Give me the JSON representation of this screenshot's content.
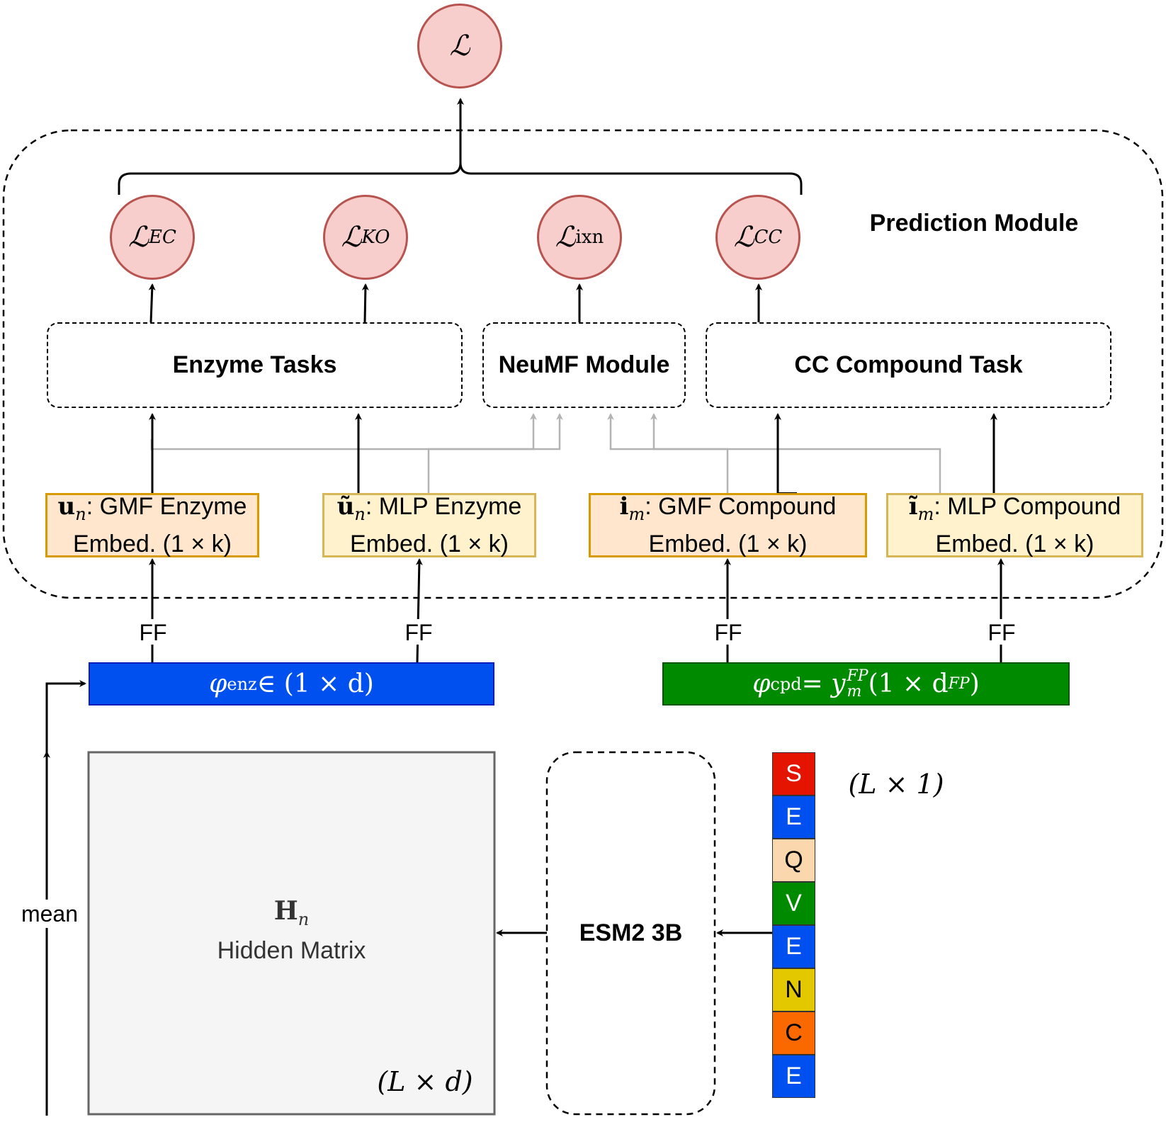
{
  "loss_nodes": {
    "total": "ℒ",
    "ec": {
      "base": "ℒ",
      "sub": "EC"
    },
    "ko": {
      "base": "ℒ",
      "sub": "KO"
    },
    "ixn": {
      "base": "ℒ",
      "sub": "ixn"
    },
    "cc": {
      "base": "ℒ",
      "sub": "CC"
    }
  },
  "prediction_module_label": "Prediction Module",
  "task_boxes": {
    "enzyme": "Enzyme Tasks",
    "neumf": "NeuMF Module",
    "cc": "CC Compound Task"
  },
  "embeddings": {
    "gmf_enzyme": {
      "symbol": "u",
      "sub": "n",
      "line1": ": GMF Enzyme",
      "line2": "Embed. (1 × k)"
    },
    "mlp_enzyme": {
      "symbol": "ũ",
      "sub": "n",
      "line1": ": MLP Enzyme",
      "line2": "Embed. (1 × k)"
    },
    "gmf_compound": {
      "symbol": "i",
      "sub": "m",
      "line1": ": GMF Compound",
      "line2": "Embed. (1 × k)"
    },
    "mlp_compound": {
      "symbol": "ĩ",
      "sub": "m",
      "line1": ": MLP Compound",
      "line2": "Embed. (1 × k)"
    }
  },
  "ff_label": "FF",
  "phi_enz": {
    "phi": "φ",
    "sub": "enz",
    "rest": " ∈ (1 × d)"
  },
  "phi_cpd": {
    "phi": "φ",
    "sub": "cpd",
    "eq": " = y",
    "sup": "FP",
    "sub2": "m",
    "rest": " (1 × d",
    "rest_sub": "FP",
    "close": ")"
  },
  "hidden_matrix": {
    "symbol": "H",
    "sub": "n",
    "label": "Hidden Matrix",
    "dims": "(L × d)"
  },
  "esm_label": "ESM2 3B",
  "mean_label": "mean",
  "seq_dims": "(L × 1)",
  "sequence": [
    {
      "letter": "S",
      "color": "#e51400"
    },
    {
      "letter": "E",
      "color": "#0050ef"
    },
    {
      "letter": "Q",
      "color": "#fad7ac"
    },
    {
      "letter": "V",
      "color": "#008a00"
    },
    {
      "letter": "E",
      "color": "#0050ef"
    },
    {
      "letter": "N",
      "color": "#e3c800"
    },
    {
      "letter": "C",
      "color": "#fa6800"
    },
    {
      "letter": "E",
      "color": "#0050ef"
    }
  ],
  "colors": {
    "loss_fill": "#f8cecc",
    "loss_stroke": "#b85450",
    "gmf_fill": "#ffe6cc",
    "mlp_fill": "#fff2cc",
    "phi_enz": "#0050ef",
    "phi_cpd": "#008a00",
    "hidden_fill": "#f5f5f5"
  }
}
